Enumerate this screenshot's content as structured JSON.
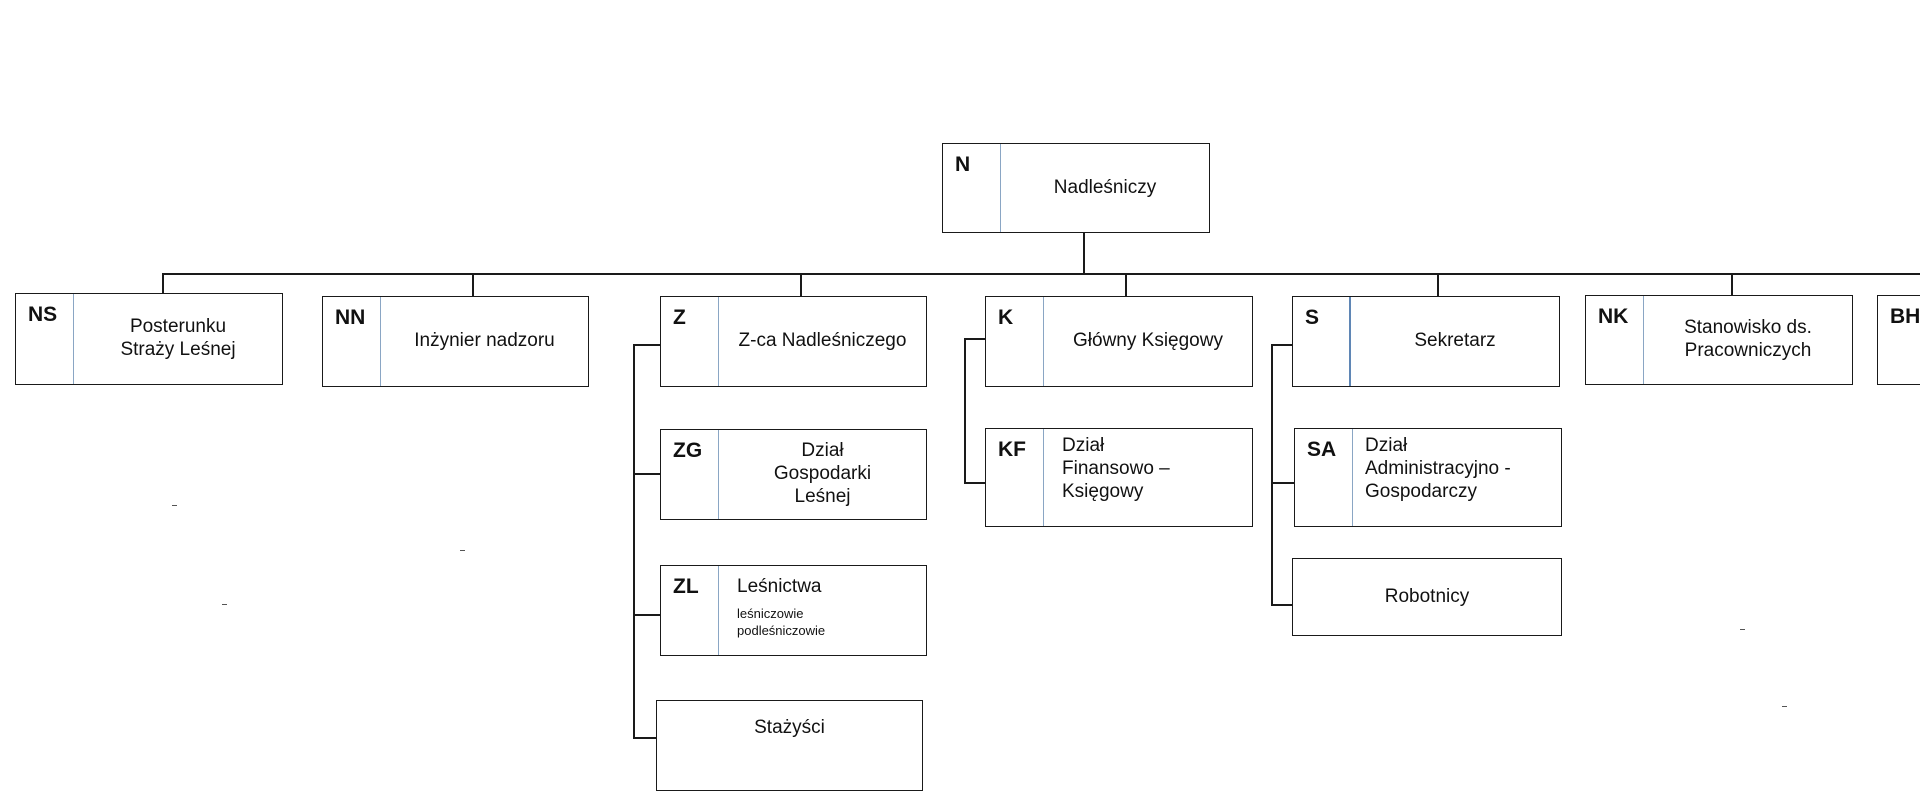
{
  "org_chart": {
    "root": {
      "code": "N",
      "label": "Nadleśniczy"
    },
    "units": [
      {
        "code": "NS",
        "label": "Posterunku Straży Leśnej"
      },
      {
        "code": "NN",
        "label": "Inżynier nadzoru"
      },
      {
        "code": "Z",
        "label": "Z-ca Nadleśniczego",
        "children": [
          {
            "code": "ZG",
            "label": "Dział Gospodarki Leśnej"
          },
          {
            "code": "ZL",
            "label": "Leśnictwa",
            "sub": [
              "leśniczowie",
              "podleśniczowie"
            ]
          },
          {
            "code": "",
            "label": "Stażyści"
          }
        ]
      },
      {
        "code": "K",
        "label": "Główny Księgowy",
        "children": [
          {
            "code": "KF",
            "label": "Dział Finansowo – Księgowy"
          }
        ]
      },
      {
        "code": "S",
        "label": "Sekretarz",
        "children": [
          {
            "code": "SA",
            "label": "Dział Administracyjno - Gospodarczy"
          },
          {
            "code": "",
            "label": "Robotnicy"
          }
        ]
      },
      {
        "code": "NK",
        "label": "Stanowisko ds. Pracowniczych"
      },
      {
        "code": "BHP",
        "label": ""
      }
    ]
  }
}
